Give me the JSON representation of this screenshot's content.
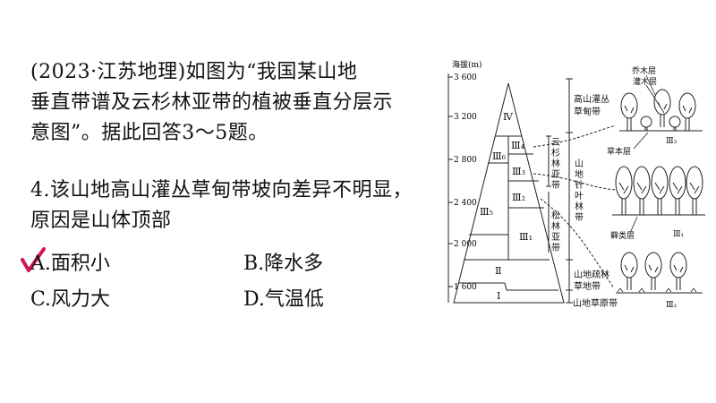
{
  "question": {
    "line1": "(2023·江苏地理)如图为“我国某山地",
    "line2": "垂直带谱及云杉林亚带的植被垂直分层示",
    "line3": "意图”。据此回答3～5题。",
    "line4": "4.该山地高山灌丛草甸带坡向差异不明显，",
    "line5": "原因是山体顶部"
  },
  "options": {
    "a": "A.面积小",
    "b": "B.降水多",
    "c": "C.风力大",
    "d": "D.气温低"
  },
  "selected_option": "A",
  "check_color": "#d4145a",
  "figure": {
    "y_axis_title": "海拔(m)",
    "y_ticks": [
      "3 600",
      "3 200",
      "2 800",
      "2 400",
      "2 000",
      "1 600"
    ],
    "zones": {
      "I": "Ⅰ",
      "II": "Ⅱ",
      "III1": "Ⅲ₁",
      "III2": "Ⅲ₂",
      "III3": "Ⅲ₃",
      "III4": "Ⅲ₄",
      "III5": "Ⅲ₅",
      "III6": "Ⅲ₆",
      "IV": "Ⅳ"
    },
    "belt_labels": {
      "alpine_shrub_1": "高山灌丛",
      "alpine_shrub_2": "草甸带",
      "spruce": [
        "云",
        "杉",
        "林",
        "亚",
        "带"
      ],
      "conifer": [
        "山",
        "地",
        "针",
        "叶",
        "林",
        "带"
      ],
      "pine": [
        "松",
        "林",
        "亚",
        "带"
      ],
      "sparse_forest_1": "山地疏林",
      "sparse_forest_2": "草地带",
      "steppe": "山地草原带"
    },
    "layer_labels": {
      "tree": "乔木层",
      "shrub": "灌木层",
      "herb": "草本层",
      "moss": "藓类层"
    },
    "panel_labels": {
      "top": "Ⅲ₃",
      "middle": "Ⅲ₁",
      "bottom": "Ⅲ₂"
    }
  }
}
